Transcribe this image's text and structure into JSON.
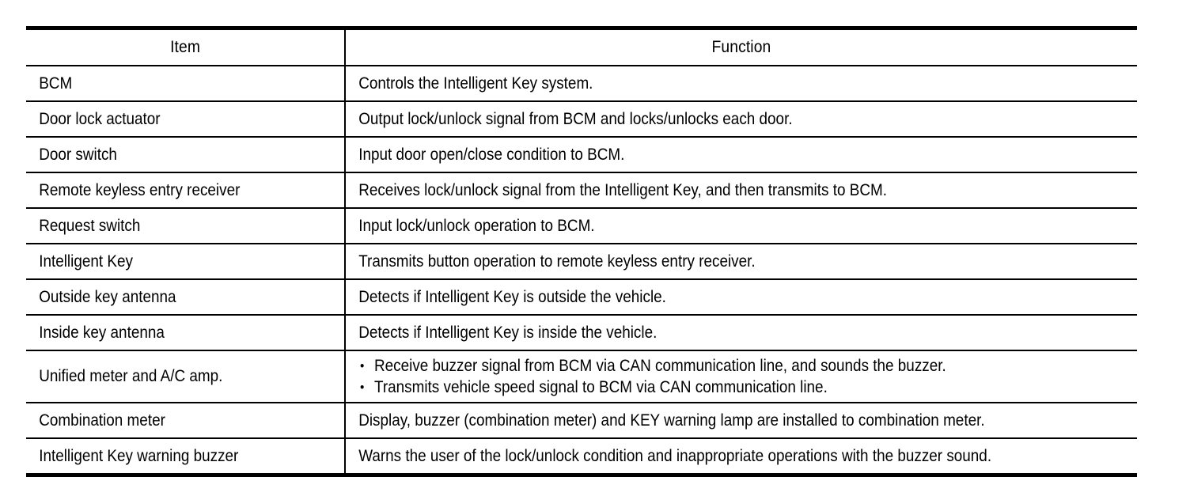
{
  "table": {
    "headers": {
      "item": "Item",
      "function": "Function"
    },
    "rows": [
      {
        "item": "BCM",
        "function": "Controls the Intelligent Key system.",
        "bullets": null
      },
      {
        "item": "Door lock actuator",
        "function": "Output lock/unlock signal from BCM and locks/unlocks each door.",
        "bullets": null
      },
      {
        "item": "Door switch",
        "function": "Input door open/close condition to BCM.",
        "bullets": null
      },
      {
        "item": "Remote keyless entry receiver",
        "function": "Receives lock/unlock signal from the Intelligent Key, and then transmits to BCM.",
        "bullets": null
      },
      {
        "item": "Request switch",
        "function": "Input lock/unlock operation to BCM.",
        "bullets": null
      },
      {
        "item": "Intelligent Key",
        "function": "Transmits button operation to remote keyless entry receiver.",
        "bullets": null
      },
      {
        "item": "Outside key antenna",
        "function": "Detects if Intelligent Key is outside the vehicle.",
        "bullets": null
      },
      {
        "item": "Inside key antenna",
        "function": "Detects if Intelligent Key is inside the vehicle.",
        "bullets": null
      },
      {
        "item": "Unified meter and A/C amp.",
        "function": null,
        "bullets": [
          "Receive buzzer signal from BCM via CAN communication line, and sounds the buzzer.",
          "Transmits vehicle speed signal to BCM via CAN communication line."
        ]
      },
      {
        "item": "Combination meter",
        "function": "Display, buzzer (combination meter) and KEY warning lamp are installed to combination meter.",
        "bullets": null
      },
      {
        "item": "Intelligent Key warning buzzer",
        "function": "Warns the user of the lock/unlock condition and inappropriate operations with the buzzer sound.",
        "bullets": null
      }
    ]
  },
  "colors": {
    "text": "#000000",
    "rule": "#000000",
    "background": "#ffffff"
  }
}
